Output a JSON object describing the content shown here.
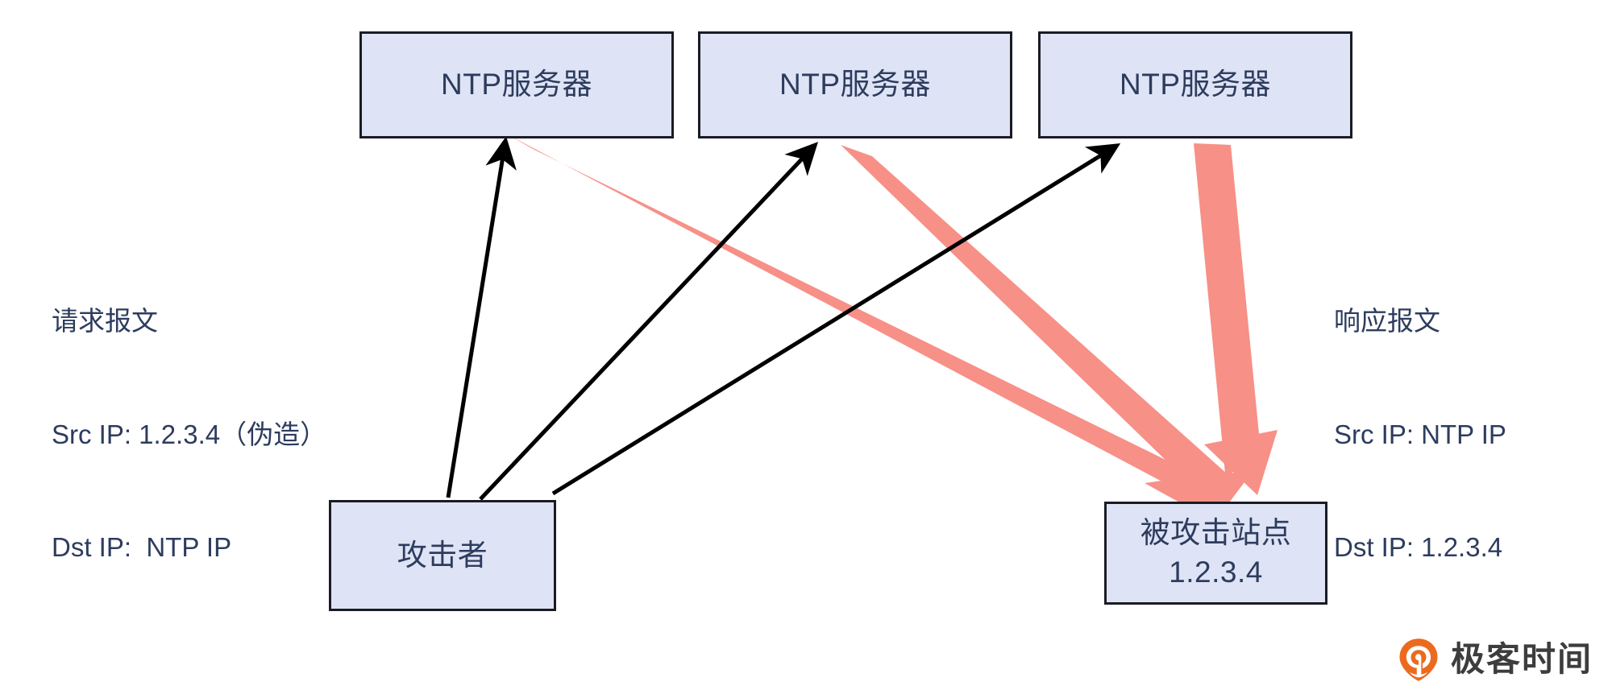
{
  "diagram": {
    "title": "NTP reflection amplification attack",
    "colors": {
      "box_fill": "#dee4f5",
      "box_border": "#1b1b24",
      "text_navy": "#2d3c5e",
      "request_arrow": "#000000",
      "response_arrow": "#f79087",
      "watermark_orange": "#ec6a1e"
    },
    "nodes": {
      "ntp_servers": [
        {
          "label": "NTP服务器"
        },
        {
          "label": "NTP服务器"
        },
        {
          "label": "NTP服务器"
        }
      ],
      "attacker": {
        "label": "攻击者"
      },
      "victim": {
        "line1": "被攻击站点",
        "line2": "1.2.3.4"
      }
    },
    "annotations": {
      "request": {
        "heading": "请求报文",
        "src": "Src IP: 1.2.3.4（伪造）",
        "dst": "Dst IP:  NTP IP"
      },
      "response": {
        "heading": "响应报文",
        "src": "Src IP: NTP IP",
        "dst": "Dst IP: 1.2.3.4"
      }
    },
    "watermark": {
      "brand": "极客时间",
      "mark": "geektime-logo-icon"
    }
  }
}
